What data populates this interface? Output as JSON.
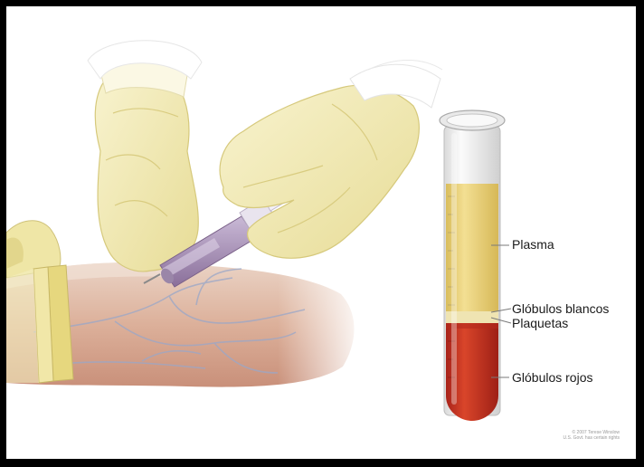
{
  "labels": {
    "plasma": "Plasma",
    "white_cells": "Glóbulos blancos",
    "platelets": "Plaquetas",
    "red_cells": "Glóbulos rojos"
  },
  "credit": {
    "line1": "© 2007 Terese Winslow",
    "line2": "U.S. Govt. has certain rights"
  },
  "colors": {
    "plasma": "#e9d27a",
    "buffy_coat": "#efe6b8",
    "red_cells": "#c8341e",
    "glove": "#f2ecae",
    "skin": "#e2b9a2",
    "tourniquet": "#e6d77e"
  },
  "tube_layers": {
    "plasma_fraction": 0.49,
    "buffy_fraction": 0.05,
    "red_fraction": 0.46
  }
}
